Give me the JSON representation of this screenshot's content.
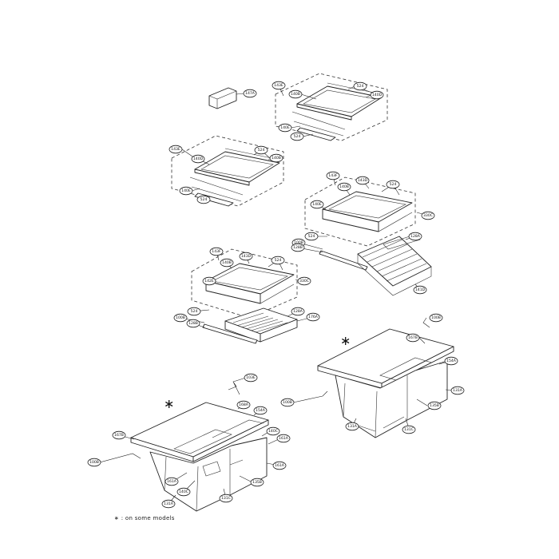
{
  "diagram": {
    "footnote": "∗ : on some models",
    "asterisk": "∗",
    "callouts": [
      "147A",
      "143E",
      "140B",
      "524",
      "140D",
      "140E",
      "524",
      "143E",
      "524",
      "140B",
      "140D",
      "140E",
      "524",
      "143F",
      "140B",
      "143D",
      "524",
      "140E",
      "330C",
      "524",
      "100B",
      "128A",
      "128B",
      "141D",
      "143F",
      "140B",
      "143D",
      "524",
      "142E",
      "330C",
      "524",
      "128A",
      "100B",
      "176A",
      "128B",
      "100B",
      "167B",
      "154A",
      "131A",
      "100B",
      "135B",
      "131C",
      "131A",
      "103E",
      "168A",
      "154A",
      "167B",
      "140C",
      "161A",
      "100B",
      "161A",
      "140C",
      "161A",
      "135B",
      "131C",
      "131A"
    ]
  }
}
